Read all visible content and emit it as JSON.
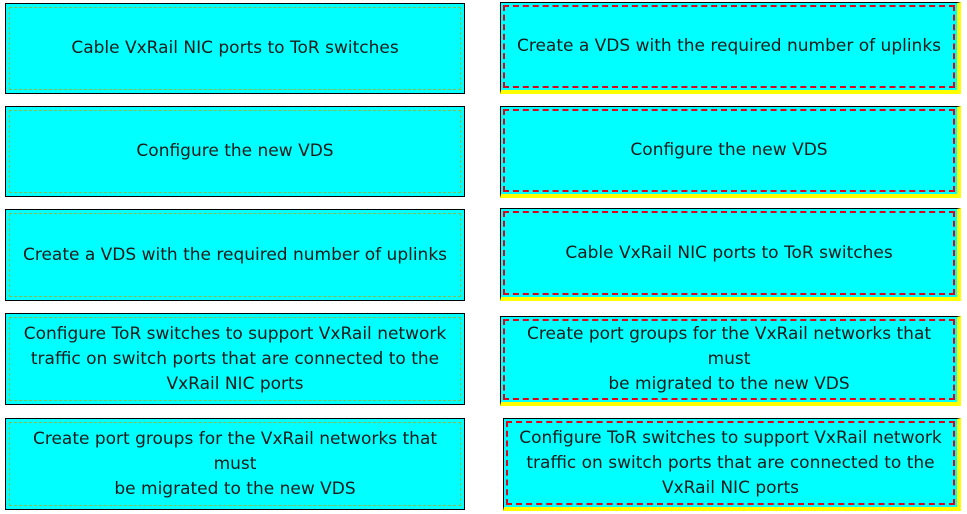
{
  "left_column": {
    "items": [
      {
        "label": "Cable VxRail NIC ports to ToR switches"
      },
      {
        "label": "Configure the new VDS"
      },
      {
        "label": "Create a VDS with the required number of uplinks"
      },
      {
        "label": "Configure ToR switches to support VxRail network\ntraffic on switch ports that are connected to the\nVxRail NIC ports"
      },
      {
        "label": "Create port groups for the VxRail networks that must\nbe migrated to the new VDS"
      }
    ]
  },
  "right_column": {
    "items": [
      {
        "label": "Create a VDS with the required number of uplinks"
      },
      {
        "label": "Configure the new VDS"
      },
      {
        "label": "Cable VxRail NIC ports to ToR switches"
      },
      {
        "label": "Create port groups for the VxRail networks that must\nbe migrated to the new VDS"
      },
      {
        "label": "Configure ToR switches to support VxRail network\ntraffic on switch ports that are connected to the\nVxRail NIC ports"
      }
    ]
  },
  "colors": {
    "card_fill": "#00ffff",
    "left_dash": "#8db84a",
    "right_dash": "#e2001a",
    "right_shadow": "#ffff00"
  }
}
